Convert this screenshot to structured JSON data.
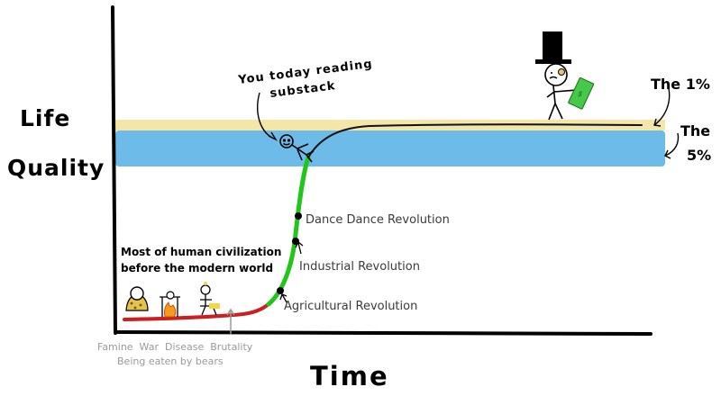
{
  "axes": {
    "y_label_line1": "Life",
    "y_label_line2": "Quality",
    "x_label": "Time"
  },
  "bands": {
    "one_percent_label": "The 1%",
    "five_percent_label": "The 5%",
    "one_percent_color": "#f5e6a8",
    "five_percent_color": "#6cbbe8"
  },
  "annotations": {
    "you_line1": "You today reading",
    "you_line2": "substack",
    "dance": "Dance Dance Revolution",
    "industrial": "Industrial Revolution",
    "agricultural": "Agricultural Revolution",
    "civ_line1": "Most of human civilization",
    "civ_line2": "before the modern world",
    "hardship_line1": "Famine  War  Disease  Brutality",
    "hardship_line2": "Being eaten by bears"
  },
  "curve_colors": {
    "pre_modern": "#cc1f1f",
    "growth": "#22c51a",
    "modern": "#111111",
    "money": "#46c84a"
  }
}
